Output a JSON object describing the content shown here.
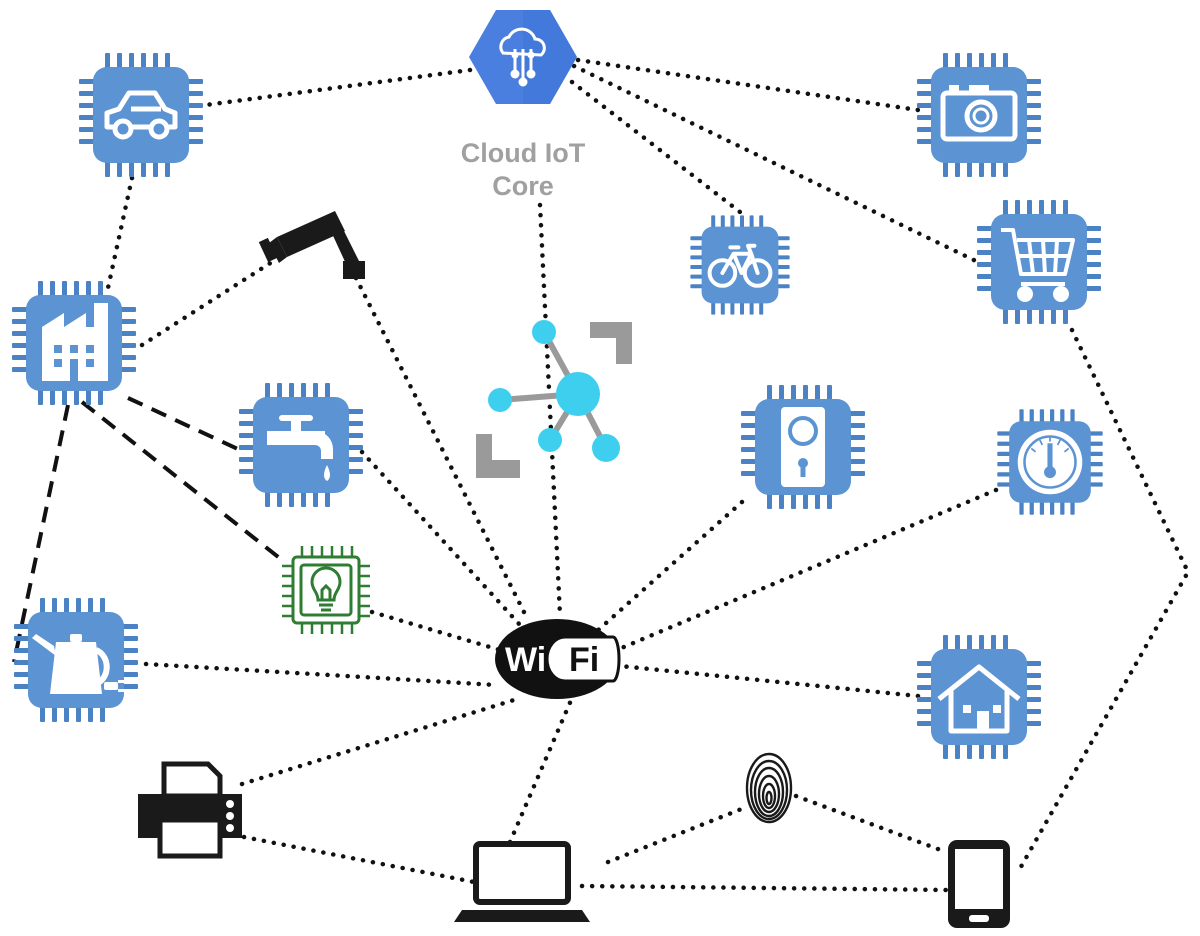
{
  "cloud": {
    "label_line1": "Cloud IoT",
    "label_line2": "Core"
  },
  "wifi": {
    "left_text": "Wi",
    "right_text": "Fi"
  },
  "colors": {
    "chip_blue": "#5b93d3",
    "chip_pins": "#4a82c4",
    "cloud_blue": "#4a7fe0",
    "hub_cyan": "#3fcfee",
    "hub_gray": "#9a9a9a",
    "bulb_green": "#2e7d32",
    "label_gray": "#a0a0a0",
    "line": "#111111"
  },
  "nodes": [
    {
      "id": "car",
      "icon": "car-icon"
    },
    {
      "id": "camera",
      "icon": "camera-icon"
    },
    {
      "id": "cctv",
      "icon": "security-camera-icon"
    },
    {
      "id": "bicycle",
      "icon": "bicycle-icon"
    },
    {
      "id": "cart",
      "icon": "shopping-cart-icon"
    },
    {
      "id": "factory",
      "icon": "factory-icon"
    },
    {
      "id": "hub",
      "icon": "iot-hub-icon"
    },
    {
      "id": "tap",
      "icon": "water-tap-icon"
    },
    {
      "id": "lock",
      "icon": "door-lock-icon"
    },
    {
      "id": "thermostat",
      "icon": "thermometer-icon"
    },
    {
      "id": "bulb",
      "icon": "lightbulb-icon"
    },
    {
      "id": "kettle",
      "icon": "kettle-icon"
    },
    {
      "id": "wifi",
      "icon": "wifi-logo-icon"
    },
    {
      "id": "house",
      "icon": "house-icon"
    },
    {
      "id": "printer",
      "icon": "printer-icon"
    },
    {
      "id": "fingerprint",
      "icon": "fingerprint-icon"
    },
    {
      "id": "laptop",
      "icon": "laptop-icon"
    },
    {
      "id": "phone",
      "icon": "smartphone-icon"
    },
    {
      "id": "cloud",
      "icon": "cloud-iot-core-icon"
    }
  ],
  "connections": [
    {
      "from": "cloud",
      "to": "car",
      "style": "dotted"
    },
    {
      "from": "cloud",
      "to": "camera",
      "style": "dotted"
    },
    {
      "from": "cloud",
      "to": "bicycle",
      "style": "dotted"
    },
    {
      "from": "cloud",
      "to": "cart",
      "style": "dotted"
    },
    {
      "from": "cloud",
      "to": "wifi",
      "style": "dotted"
    },
    {
      "from": "car",
      "to": "factory",
      "style": "dotted"
    },
    {
      "from": "factory",
      "to": "cctv",
      "style": "dotted"
    },
    {
      "from": "factory",
      "to": "tap",
      "style": "dashed"
    },
    {
      "from": "factory",
      "to": "bulb",
      "style": "dashed"
    },
    {
      "from": "factory",
      "to": "kettle",
      "style": "dashed"
    },
    {
      "from": "cctv",
      "to": "wifi",
      "style": "dotted"
    },
    {
      "from": "tap",
      "to": "wifi",
      "style": "dotted"
    },
    {
      "from": "bulb",
      "to": "wifi",
      "style": "dotted"
    },
    {
      "from": "kettle",
      "to": "wifi",
      "style": "dotted"
    },
    {
      "from": "lock",
      "to": "wifi",
      "style": "dotted"
    },
    {
      "from": "thermostat",
      "to": "wifi",
      "style": "dotted"
    },
    {
      "from": "house",
      "to": "wifi",
      "style": "dotted"
    },
    {
      "from": "printer",
      "to": "wifi",
      "style": "dotted"
    },
    {
      "from": "laptop",
      "to": "wifi",
      "style": "dotted"
    },
    {
      "from": "printer",
      "to": "laptop",
      "style": "dotted"
    },
    {
      "from": "laptop",
      "to": "fingerprint",
      "style": "dotted"
    },
    {
      "from": "laptop",
      "to": "phone",
      "style": "dotted"
    },
    {
      "from": "fingerprint",
      "to": "phone",
      "style": "dotted"
    },
    {
      "from": "cart",
      "to": "phone",
      "style": "dotted"
    }
  ]
}
